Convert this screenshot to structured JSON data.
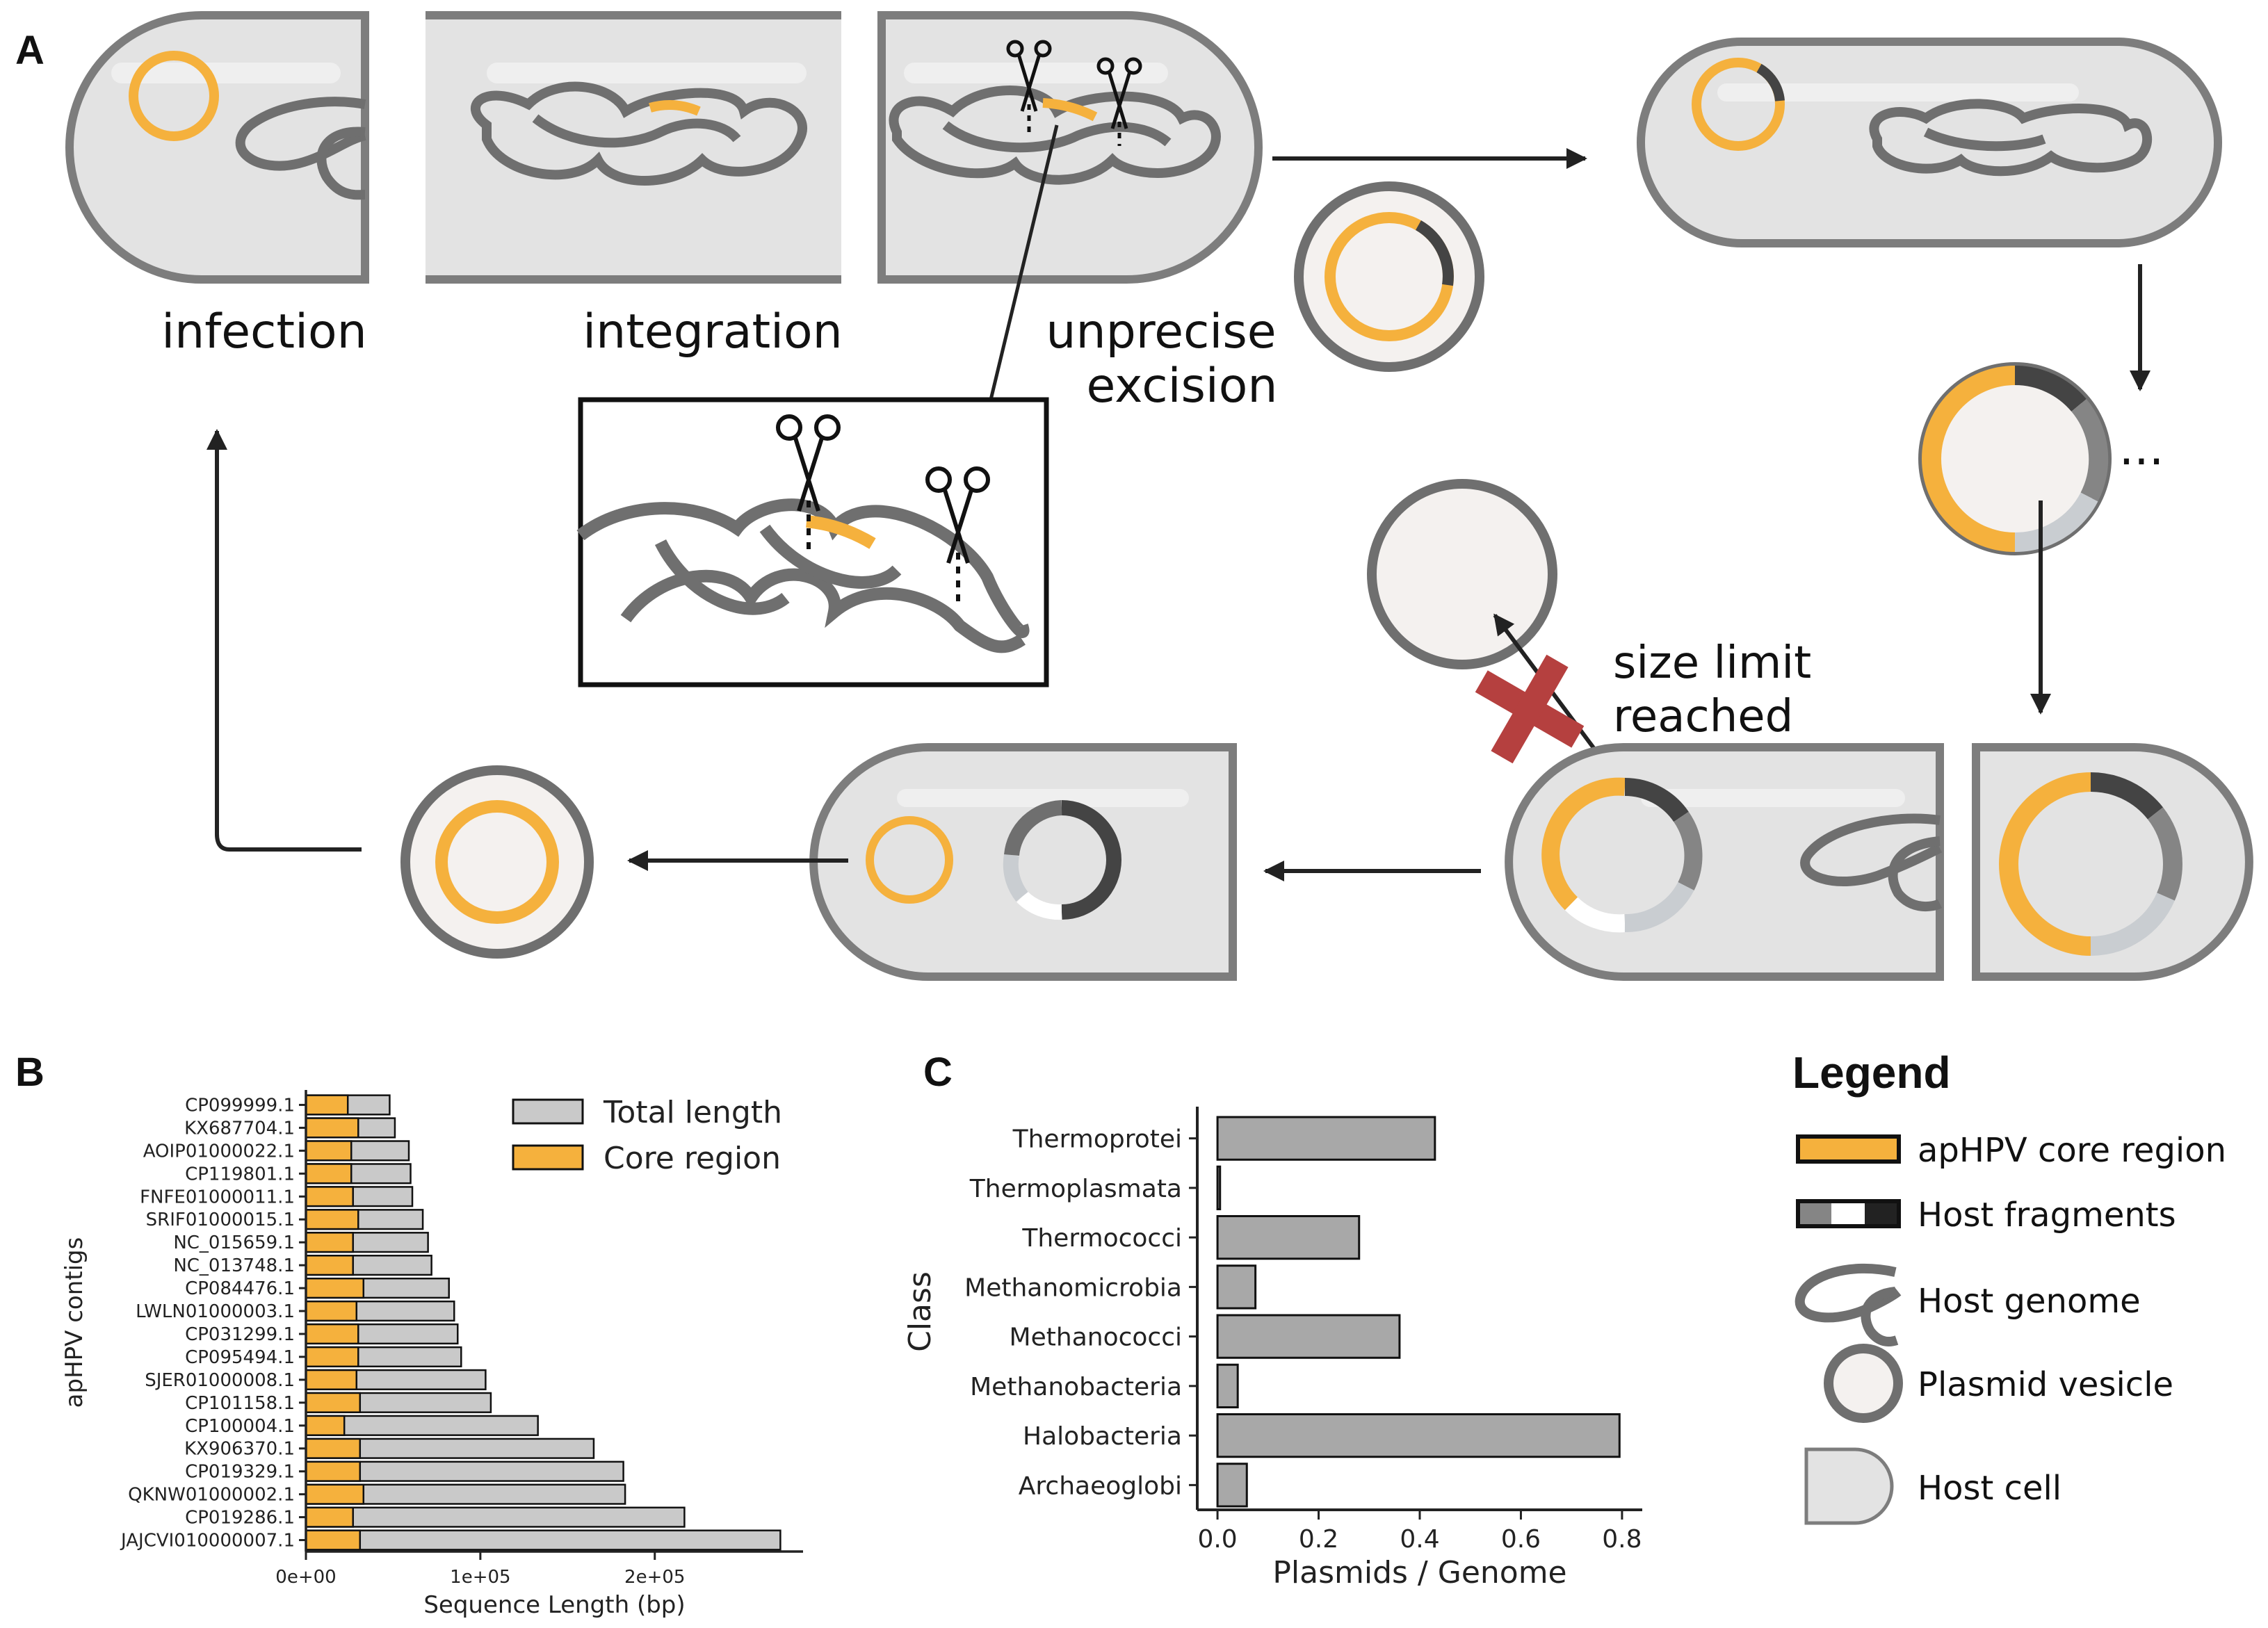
{
  "panels": {
    "a": "A",
    "b": "B",
    "c": "C"
  },
  "panel_a": {
    "steps": {
      "infection": "infection",
      "integration": "integration",
      "excision_1": "unprecise",
      "excision_2": "excision",
      "size_limit_1": "size limit",
      "size_limit_2": "reached",
      "continuation": "..."
    }
  },
  "colors": {
    "core": "#f5b13d",
    "cell_fill": "#e3e3e3",
    "cell_outline": "#7d7d7d",
    "genome": "#6f6f6f",
    "vesicle_fill": "#f4f1ef",
    "frag_dark": "#444444",
    "frag_mid": "#858585",
    "frag_light": "#c9cdd1",
    "bar_gray": "#c9c9c9",
    "bar_gray_c": "#a8a8a8",
    "cross": "#b5403f"
  },
  "legend": {
    "title": "Legend",
    "items": [
      {
        "id": "core",
        "label": "apHPV core region"
      },
      {
        "id": "fragments",
        "label": "Host fragments"
      },
      {
        "id": "genome",
        "label": "Host genome"
      },
      {
        "id": "vesicle",
        "label": "Plasmid vesicle"
      },
      {
        "id": "cell",
        "label": "Host cell"
      }
    ]
  },
  "chart_data": [
    {
      "type": "bar",
      "orientation": "horizontal",
      "stacked": "overlay",
      "categories": [
        "CP099999.1",
        "KX687704.1",
        "AOIP01000022.1",
        "CP119801.1",
        "FNFE01000011.1",
        "SRIF01000015.1",
        "NC_015659.1",
        "NC_013748.1",
        "CP084476.1",
        "LWLN01000003.1",
        "CP031299.1",
        "CP095494.1",
        "SJER01000008.1",
        "CP101158.1",
        "CP100004.1",
        "KX906370.1",
        "CP019329.1",
        "QKNW01000002.1",
        "CP019286.1",
        "JAJCVI010000007.1"
      ],
      "series": [
        {
          "name": "Total length",
          "values": [
            48000,
            51000,
            59000,
            60000,
            61000,
            67000,
            70000,
            72000,
            82000,
            85000,
            87000,
            89000,
            103000,
            106000,
            133000,
            165000,
            182000,
            183000,
            217000,
            272000
          ]
        },
        {
          "name": "Core region",
          "values": [
            24000,
            30000,
            26000,
            26000,
            27000,
            30000,
            27000,
            27000,
            33000,
            29000,
            30000,
            30000,
            29000,
            31000,
            22000,
            31000,
            31000,
            33000,
            27000,
            31000
          ]
        }
      ],
      "xlabel": "Sequence Length (bp)",
      "ylabel": "apHPV contigs",
      "xticks": [
        "0e+00",
        "1e+05",
        "2e+05"
      ],
      "xtick_values": [
        0,
        100000,
        200000
      ],
      "xlim": [
        0,
        285000
      ],
      "legend_position": "top-right"
    },
    {
      "type": "bar",
      "orientation": "horizontal",
      "categories": [
        "Thermoprotei",
        "Thermoplasmata",
        "Thermococci",
        "Methanomicrobia",
        "Methanococci",
        "Methanobacteria",
        "Halobacteria",
        "Archaeoglobi"
      ],
      "values": [
        0.43,
        0.005,
        0.28,
        0.075,
        0.36,
        0.04,
        0.795,
        0.058
      ],
      "xlabel": "Plasmids / Genome",
      "ylabel": "Class",
      "xticks": [
        "0.0",
        "0.2",
        "0.4",
        "0.6",
        "0.8"
      ],
      "xtick_values": [
        0,
        0.2,
        0.4,
        0.6,
        0.8
      ],
      "xlim": [
        -0.04,
        0.84
      ]
    }
  ]
}
